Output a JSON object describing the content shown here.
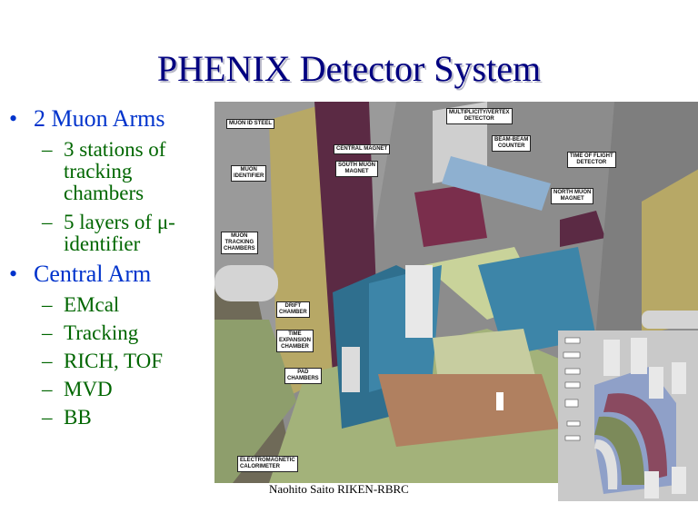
{
  "title": "PHENIX Detector System",
  "bullets": [
    {
      "label": "2 Muon Arms",
      "subs": [
        "3 stations of",
        "tracking",
        "chambers",
        "5 layers of μ-",
        "identifier"
      ]
    },
    {
      "label": "Central Arm",
      "subs": [
        "EMcal",
        "Tracking",
        "RICH, TOF",
        "MVD",
        "BB"
      ]
    }
  ],
  "figure_labels": {
    "muon_id_steel": "MUON ID STEEL",
    "mvd": "MULTIPLICITY/VERTEX\nDETECTOR",
    "central_magnet": "CENTRAL MAGNET",
    "bbc": "BEAM-BEAM\nCOUNTER",
    "tof": "TIME OF FLIGHT\nDETECTOR",
    "muon_identifier": "MUON\nIDENTIFIER",
    "south_muon_magnet": "SOUTH MUON\nMAGNET",
    "north_muon_magnet": "NORTH MUON\nMAGNET",
    "muon_tracking": "MUON\nTRACKING\nCHAMBERS",
    "drift_chamber": "DRIFT\nCHAMBER",
    "tec": "TIME\nEXPANSION\nCHAMBER",
    "pad_chambers": "PAD\nCHAMBERS",
    "emcal": "ELECTROMAGNETIC\nCALORIMETER"
  },
  "footer": "Naohito Saito RIKEN-RBRC"
}
